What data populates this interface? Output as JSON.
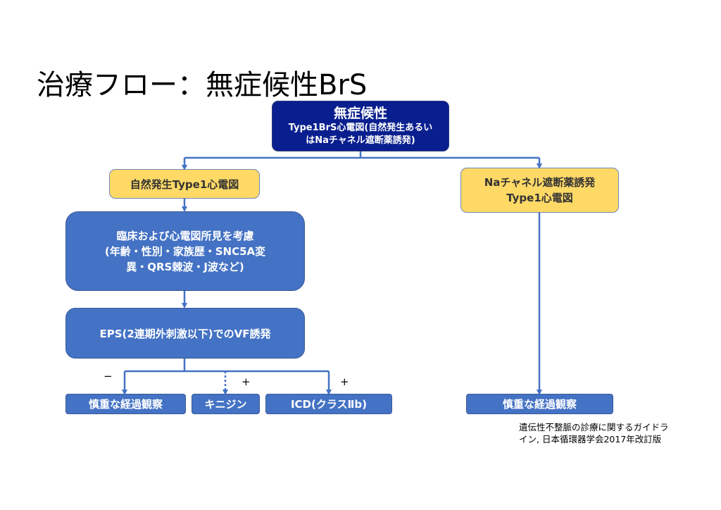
{
  "title": "治療フロー：無症候性BrS",
  "top_box": {
    "heading": "無症候性",
    "line1": "Type1BrS心電図(自然発生あるい",
    "line2": "はNaチャネル遮断薬誘発)"
  },
  "left_branch": {
    "label": "自然発生Type1心電図",
    "consider_box": {
      "line1": "臨床および心電図所見を考慮",
      "line2": "(年齢・性別・家族歴・SNC5A変",
      "line3": "異・QRS棘波・J波など)"
    },
    "eps_box": "EPS(2連期外刺激以下)でのVF誘発",
    "outcomes": [
      {
        "sign": "−",
        "label": "慎重な経過観察",
        "arrow": "solid"
      },
      {
        "sign": "+",
        "label": "キニジン",
        "arrow": "dotted"
      },
      {
        "sign": "+",
        "label": "ICD(クラスⅡb)",
        "arrow": "solid"
      }
    ]
  },
  "right_branch": {
    "line1": "Naチャネル遮断薬誘発",
    "line2": "Type1心電図",
    "outcome": "慎重な経過観察"
  },
  "reference": {
    "line1": "遺伝性不整脈の診療に関するガイドラ",
    "line2": "イン, 日本循環器学会2017年改訂版"
  },
  "colors": {
    "navy": "#0a1f8f",
    "yellow": "#ffd966",
    "blue": "#4472c4",
    "connector": "#4472c4"
  }
}
